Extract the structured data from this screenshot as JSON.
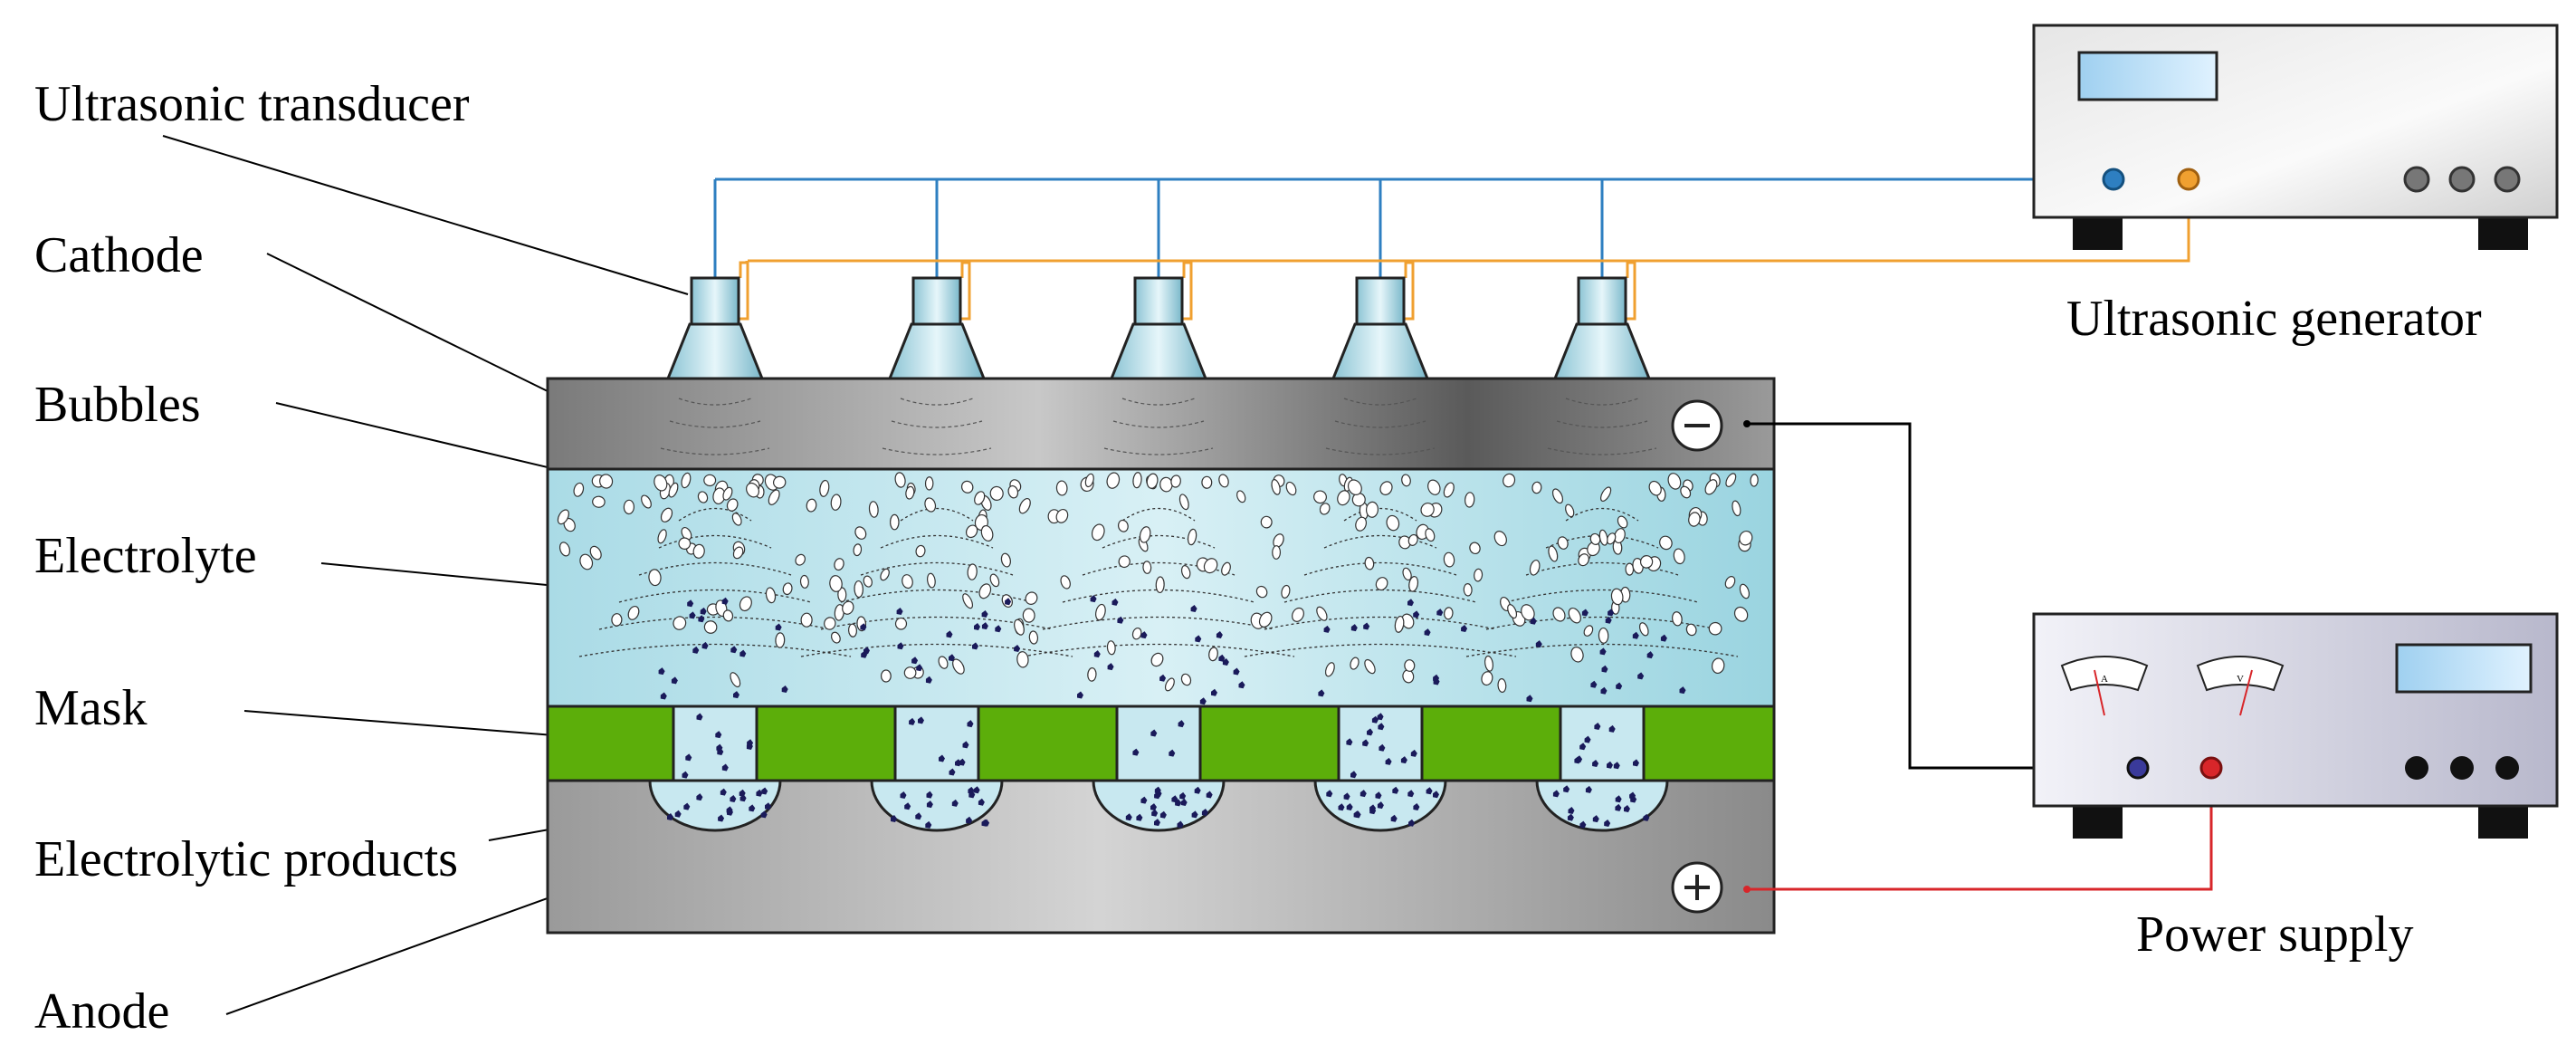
{
  "labels": {
    "transducer": "Ultrasonic transducer",
    "cathode": "Cathode",
    "bubbles": "Bubbles",
    "electrolyte": "Electrolyte",
    "mask": "Mask",
    "products": "Electrolytic products",
    "anode": "Anode",
    "generator": "Ultrasonic generator",
    "power_supply": "Power supply"
  },
  "terminals": {
    "cathode": "−",
    "anode": "+"
  },
  "meters": {
    "ammeter": "A",
    "voltmeter": "V"
  },
  "colors": {
    "blue_wire": "#2e7fc1",
    "orange_wire": "#f0a030",
    "red_wire": "#d8262a",
    "mask": "#5cae0a",
    "electrolyte": "#c8e8f0",
    "electrode": "#a8a8a8"
  },
  "transducer_count": 5,
  "mask_opening_count": 5
}
